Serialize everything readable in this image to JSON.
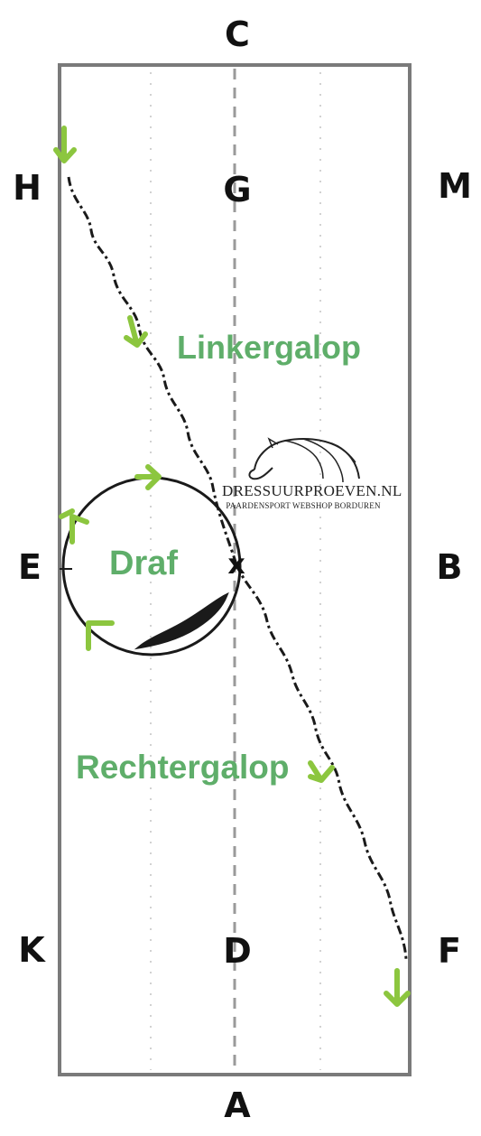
{
  "arena": {
    "letters": {
      "C": "C",
      "H": "H",
      "G": "G",
      "M": "M",
      "E": "E",
      "X": "x",
      "B": "B",
      "K": "K",
      "D": "D",
      "F": "F",
      "A": "A"
    },
    "labels": {
      "left_canter": "Linkergalop",
      "trot": "Draf",
      "right_canter": "Rechtergalop"
    }
  },
  "logo": {
    "name": "DRESSUURPROEVEN.NL",
    "tagline": "PAARDENSPORT  WEBSHOP  BORDUREN"
  },
  "colors": {
    "arrow_green": "#8cc63f",
    "label_green": "#5fae6a",
    "ink": "#111111",
    "border": "#7a7a7a"
  }
}
